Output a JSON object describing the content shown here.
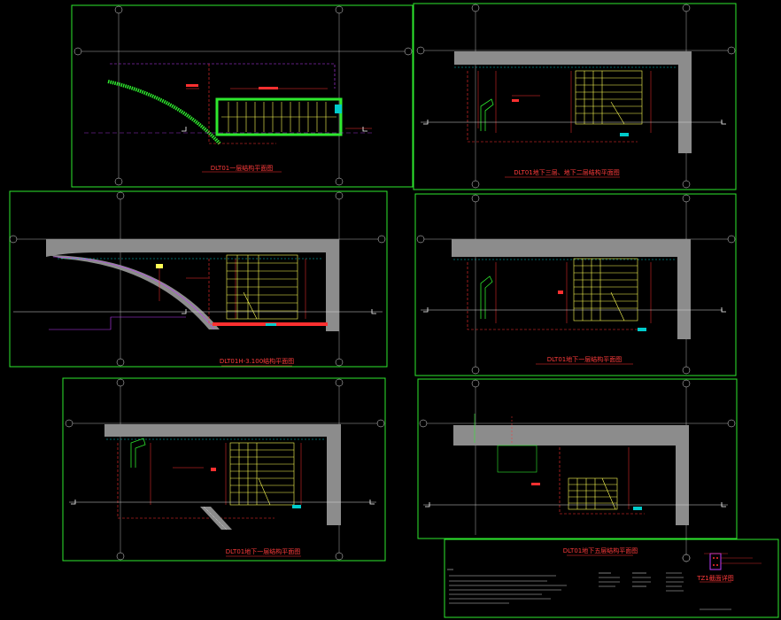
{
  "sheet": {
    "background": "#000000",
    "colors": {
      "frame": "#2ee82e",
      "grid": "#ffffff",
      "wall": "#8c8c8c",
      "stairs": "#ffff55",
      "dims": "#ff3030",
      "outline": "#ff3030",
      "magenta": "#c03cff",
      "cyan": "#00cccc",
      "caption": "#ff3030"
    }
  },
  "views": [
    {
      "caption": "DLT01一层结构平面图"
    },
    {
      "caption": "DLT01地下三层、地下二层结构平面图"
    },
    {
      "caption": "DLT01H-3.100结构平面图"
    },
    {
      "caption": "DLT01地下一层结构平面图"
    },
    {
      "caption": "DLT01地下一层结构平面图"
    },
    {
      "caption": "DLT01地下五层结构平面图"
    }
  ],
  "notes_panel": {
    "section_caption": "TZ1截面详图"
  }
}
